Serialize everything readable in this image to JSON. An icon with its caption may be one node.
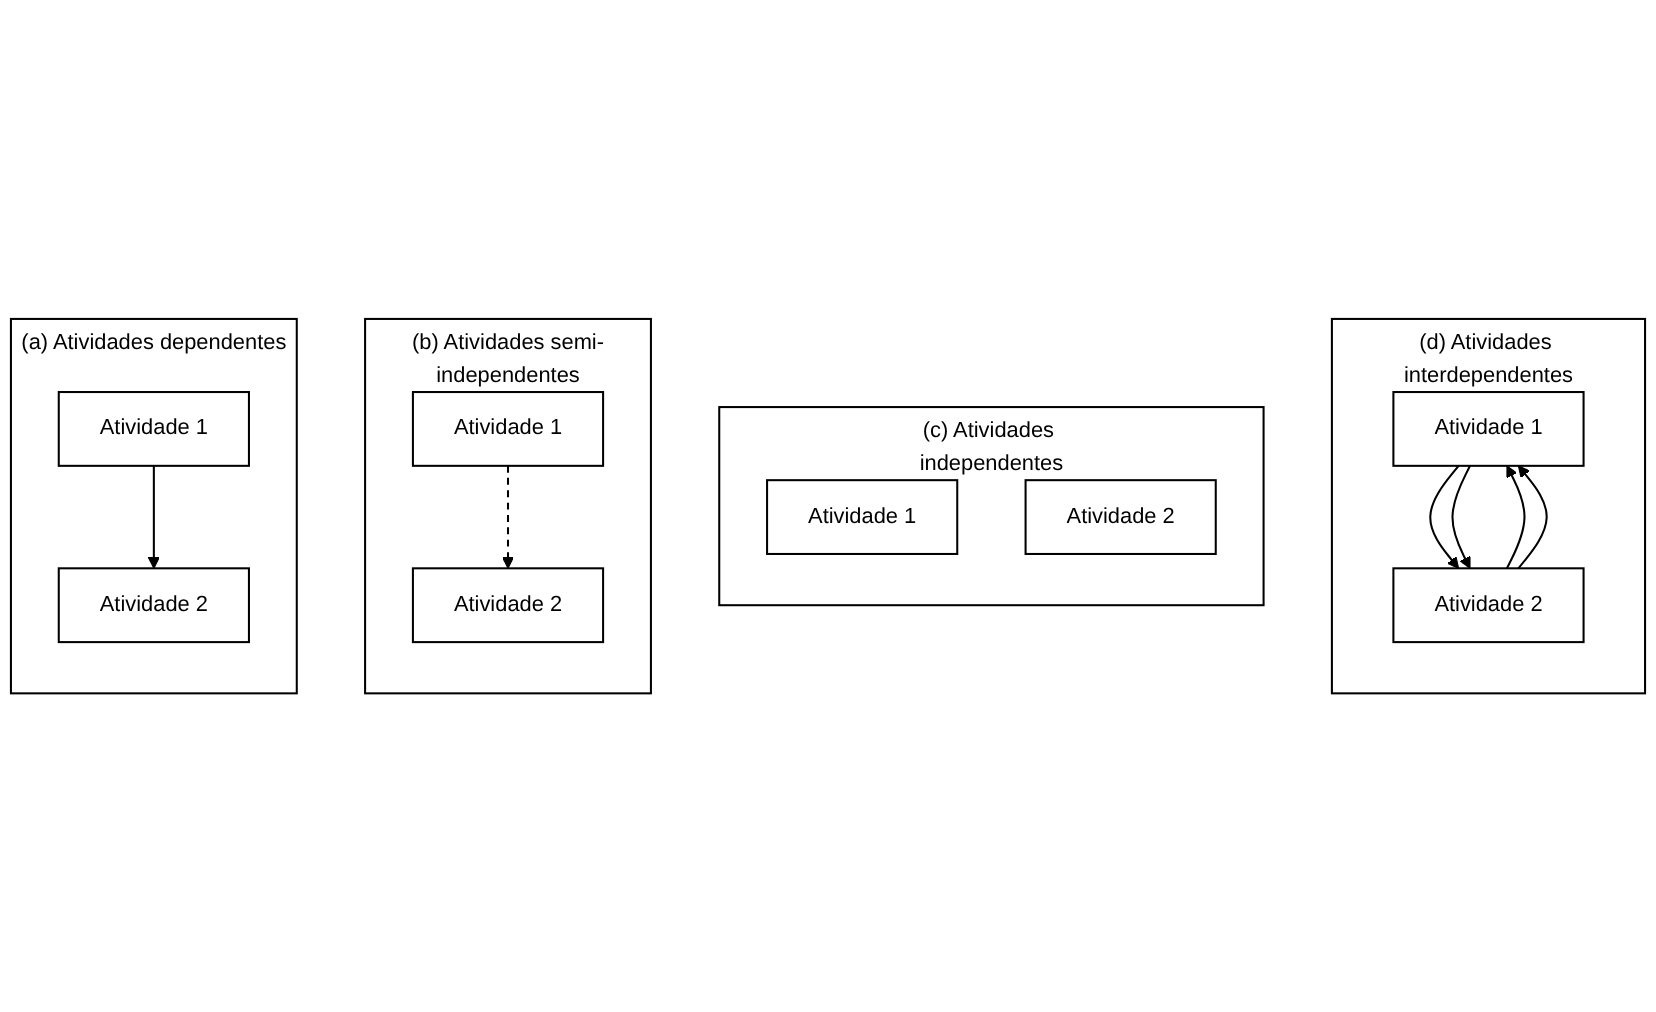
{
  "diagram": {
    "nodes": [
      {
        "text": [
          "(a) Atividades dependentes"
        ]
      },
      {
        "text": [
          "Atividade 1"
        ],
        "in": 0
      },
      {
        "text": [
          "Atividade 2"
        ],
        "in": 0
      },
      {
        "text": [
          "(b) Atividades semi-independentes"
        ]
      },
      {
        "text": [
          "Atividade 1"
        ],
        "in": 3
      },
      {
        "text": [
          "Atividade 2"
        ],
        "in": 3
      },
      {
        "text": [
          "(c) Atividades independentes"
        ]
      },
      {
        "text": [
          "Atividade 1"
        ],
        "in": 6
      },
      {
        "text": [
          "Atividade 2"
        ],
        "in": 6
      },
      {
        "text": [
          "(d) Atividades interdependentes"
        ]
      },
      {
        "text": [
          "Atividade 1"
        ],
        "in": 9
      },
      {
        "text": [
          "Atividade 2"
        ],
        "in": 9
      }
    ],
    "edges": [
      {
        "from": 1,
        "to": 2,
        "arrow": "to"
      },
      {
        "from": 4,
        "to": 5,
        "arrow": "to",
        "style": "dashed"
      },
      {
        "from": 10,
        "to": 11,
        "arrow": "to"
      },
      {
        "from": 11,
        "to": 10,
        "arrow": "to"
      },
      {
        "from": 10,
        "to": 11,
        "arrow": "to"
      },
      {
        "from": 11,
        "to": 10,
        "arrow": "to"
      }
    ]
  }
}
